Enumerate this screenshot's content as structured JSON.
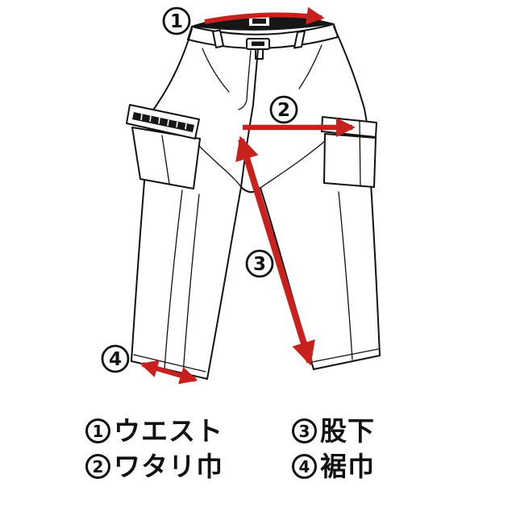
{
  "figure": {
    "subject": "pants-measurement-diagram",
    "background_color": "#ffffff",
    "line_color": "#111111",
    "arrow_color": "#c8201d"
  },
  "measurements": [
    {
      "num": "1",
      "name": "waist",
      "label": "ウエスト"
    },
    {
      "num": "2",
      "name": "thigh-width",
      "label": "ワタリ巾"
    },
    {
      "num": "3",
      "name": "inseam",
      "label": "股下"
    },
    {
      "num": "4",
      "name": "hem-width",
      "label": "裾巾"
    }
  ]
}
